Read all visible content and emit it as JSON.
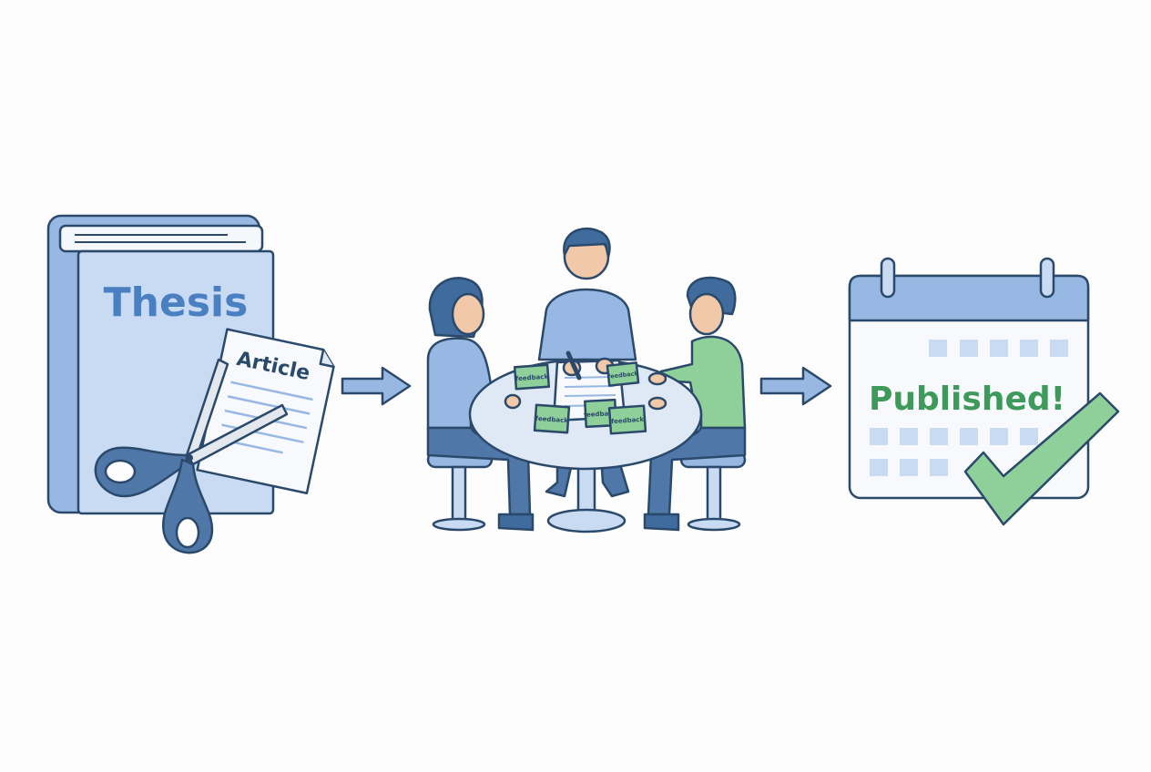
{
  "stages": [
    {
      "name": "thesis",
      "book_title": "Thesis",
      "paper_title": "Article"
    },
    {
      "name": "review",
      "notes": [
        "feedback",
        "feedback",
        "feedback",
        "feedback",
        "feedback"
      ]
    },
    {
      "name": "publish",
      "status": "Published!"
    }
  ],
  "colors": {
    "outline": "#2b4a6b",
    "blue_light": "#c9dbf3",
    "blue_mid": "#97b8e2",
    "blue_dark": "#4a7fc1",
    "green": "#3d9a5a",
    "green_light": "#8fcf9a",
    "skin": "#f2c9a8"
  }
}
